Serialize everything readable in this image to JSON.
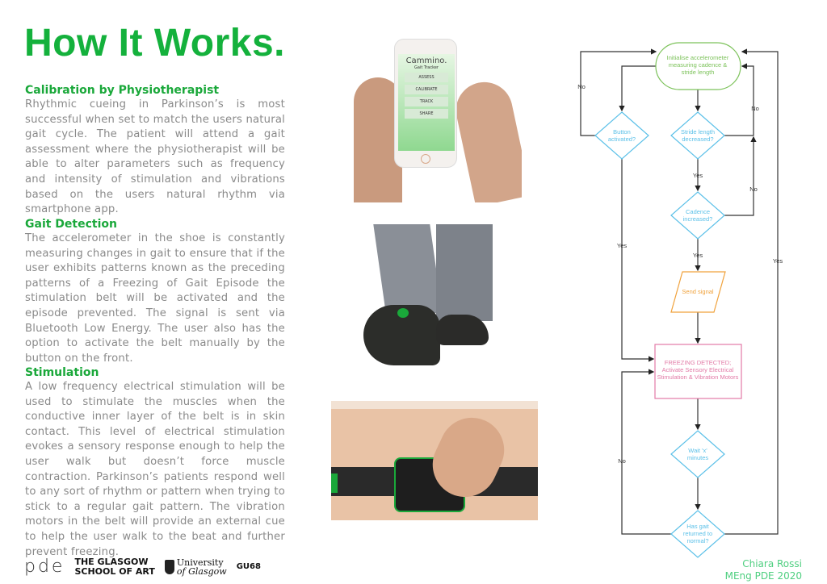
{
  "title": "How It Works.",
  "sections": [
    {
      "heading": "Calibration by Physiotherapist",
      "body": "Rhythmic cueing in Parkinson’s is most successful when set to match the users natural gait cycle. The patient will attend a gait assessment where the physiotherapist will be able to alter parameters such as frequency and intensity of stimulation and vibrations based on the users natural rhythm via smartphone app."
    },
    {
      "heading": "Gait Detection",
      "body": "The accelerometer in the shoe is constantly measuring changes in gait to ensure that if the user exhibits patterns known as the preceding patterns of a Freezing of Gait Episode  the stimulation belt will be activated and the episode prevented. The signal is sent via Bluetooth Low Energy. The user also has the option to activate the belt manually by the button on the front."
    },
    {
      "heading": "Stimulation",
      "body": "A low frequency electrical stimulation will be used to stimulate the muscles when the conductive inner layer of the belt is in skin contact. This level of electrical stimulation evokes a sensory response enough to help the user walk but doesn’t force muscle contraction. Parkinson’s patients respond well to any sort of rhythm or pattern when trying to stick to a regular gait pattern. The vibration motors in the belt will provide an external cue to help the user walk to the beat and further prevent freezing."
    }
  ],
  "app": {
    "name": "Cammino.",
    "subtitle": "Gait Tracker",
    "buttons": [
      "ASSESS",
      "CALIBRATE",
      "TRACK",
      "SHARE"
    ]
  },
  "flow": {
    "start": [
      "Initialise accelerometer",
      "measuring cadence &",
      "stride length"
    ],
    "button": [
      "Button",
      "activated?"
    ],
    "stride": [
      "Stride length",
      "decreased?"
    ],
    "cadence": [
      "Cadence",
      "increased?"
    ],
    "send": "Send signal",
    "freeze": [
      "FREEZING DETECTED;",
      "Activate Sensory Electrical",
      "Stimulation & Vibration Motors"
    ],
    "wait": [
      "Wait 'x'",
      "minutes"
    ],
    "gait": [
      "Has gait",
      "returned to",
      "normal?"
    ],
    "labels": {
      "yes": "Yes",
      "no": "No"
    }
  },
  "colors": {
    "green": "#7cc25a",
    "blue": "#5bc0e8",
    "orange": "#f0a23c",
    "pink": "#e27aa6"
  },
  "logos": {
    "pde": "pde",
    "gsa1": "THE GLASGOW",
    "gsa2": "SCHOOL OF ART",
    "uni1": "University",
    "uni2": "of Glasgow",
    "gu": "GU68"
  },
  "author": {
    "name": "Chiara Rossi",
    "course": "MEng PDE 2020"
  }
}
